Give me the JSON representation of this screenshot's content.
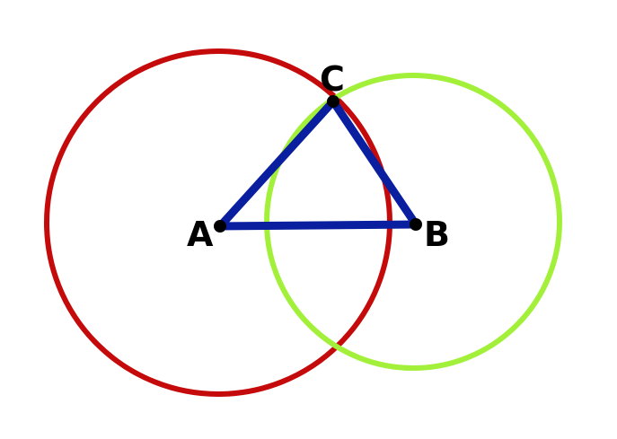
{
  "points": {
    "a": {
      "label": "A"
    },
    "b": {
      "label": "B"
    },
    "c": {
      "label": "C"
    }
  },
  "colors": {
    "circle_a": "#c40a0a",
    "circle_b": "#a3f03a",
    "triangle": "#0a1fa0",
    "points": "#000000",
    "background": "#ffffff"
  }
}
